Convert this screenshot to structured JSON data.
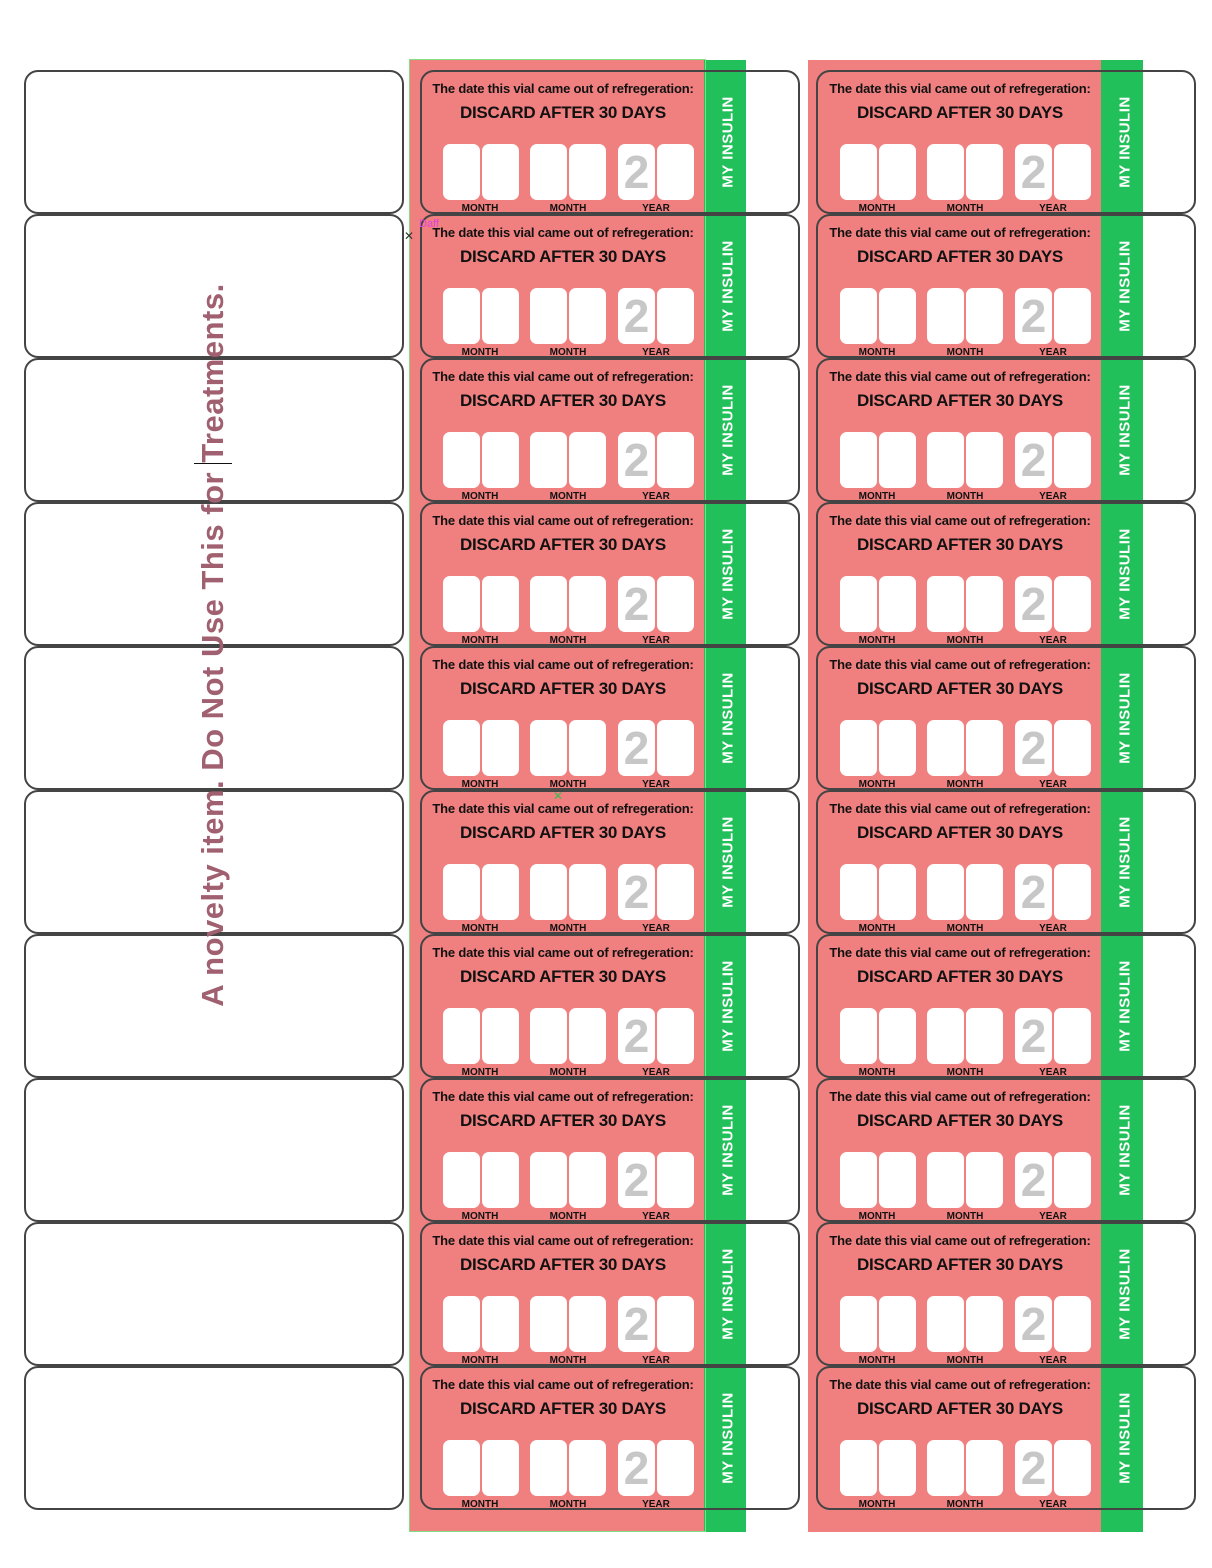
{
  "sheet": {
    "columns": 2,
    "rows": 10,
    "colors": {
      "card_fill": "#f08080",
      "side_band": "#22c05a",
      "frame": "#444444",
      "year_digit": "#c7c7c7",
      "watermark": "#a06070"
    }
  },
  "label": {
    "line1": "The date this vial came out of refregeration:",
    "line2": "DISCARD AFTER 30 DAYS",
    "year_prefix": "2",
    "captions": [
      "MONTH",
      "MONTH",
      "YEAR"
    ],
    "side_text": "MY INSULIN"
  },
  "watermark_text": "A novelty item. Do Not Use This for Treatments.",
  "marker_note": "Daff"
}
